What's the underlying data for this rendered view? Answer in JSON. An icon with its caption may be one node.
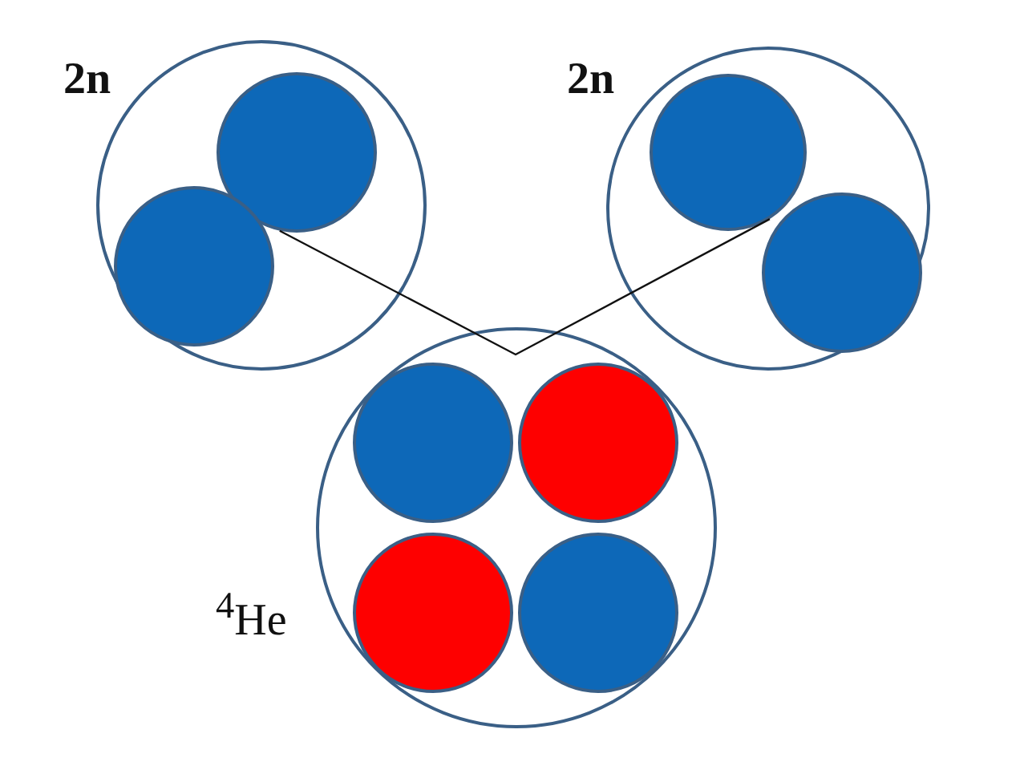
{
  "diagram": {
    "nodes": [
      {
        "text": [
          "2n"
        ]
      },
      {
        "text": [],
        "shape": "circle",
        "in": 0
      },
      {
        "text": [],
        "shape": "circle",
        "in": 0
      },
      {
        "text": [
          "2n"
        ]
      },
      {
        "text": [],
        "shape": "circle",
        "in": 3
      },
      {
        "text": [],
        "shape": "circle",
        "in": 3
      },
      {
        "text": [
          "$^{4}$He"
        ]
      },
      {
        "text": [],
        "shape": "circle",
        "in": 6
      },
      {
        "text": [],
        "shape": "circle",
        "in": 6
      },
      {
        "text": [],
        "shape": "circle",
        "in": 6
      },
      {
        "text": [],
        "shape": "circle",
        "in": 6
      }
    ],
    "edges": [
      {
        "from": 1,
        "to": 4,
        "arrow": "none"
      }
    ]
  }
}
